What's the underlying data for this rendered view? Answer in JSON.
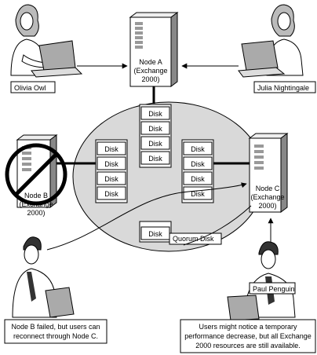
{
  "people": {
    "olivia": "Olivia Owl",
    "julia": "Julia Nightingale",
    "paul": "Paul Penguin"
  },
  "servers": {
    "node_a": [
      "Node A",
      "(Exchange",
      "2000)"
    ],
    "node_b": [
      "Node B",
      "(Exchange",
      "2000)"
    ],
    "node_c": [
      "Node C",
      "(Exchange",
      "2000)"
    ]
  },
  "disks": {
    "label": "Disk",
    "quorum": "Quorum Disk"
  },
  "captions": {
    "left": [
      "Node B failed, but users can",
      "reconnect through Node C."
    ],
    "right": [
      "Users might notice a temporary",
      "performance decrease, but all Exchange",
      "2000 resources are still available."
    ]
  }
}
